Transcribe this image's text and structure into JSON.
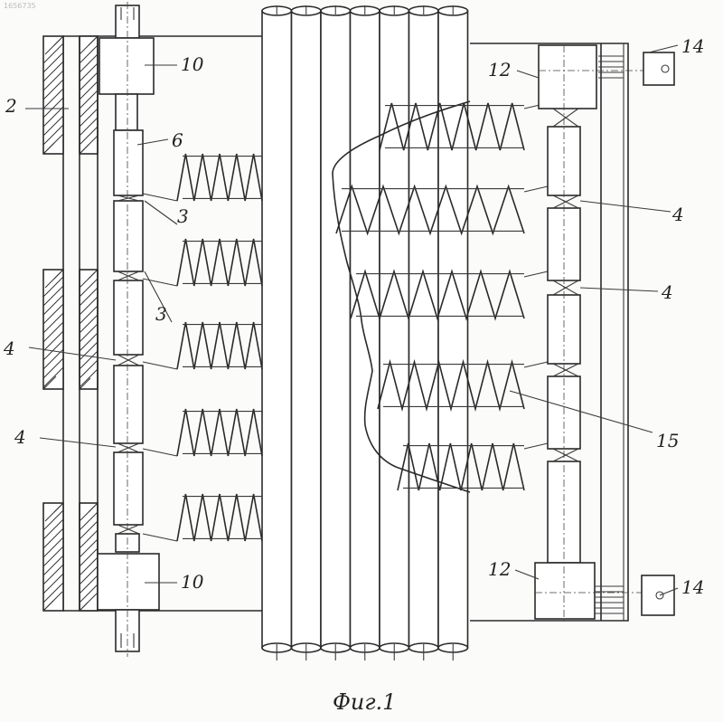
{
  "doc_id": "1656735",
  "caption": "Фиг.1",
  "labels": [
    {
      "id": "label-2",
      "text": "2"
    },
    {
      "id": "label-10-top",
      "text": "10"
    },
    {
      "id": "label-6",
      "text": "6"
    },
    {
      "id": "label-3-a",
      "text": "3"
    },
    {
      "id": "label-3-b",
      "text": "3"
    },
    {
      "id": "label-4-left-a",
      "text": "4"
    },
    {
      "id": "label-4-left-b",
      "text": "4"
    },
    {
      "id": "label-10-bottom",
      "text": "10"
    },
    {
      "id": "label-12-top",
      "text": "12"
    },
    {
      "id": "label-14-top",
      "text": "14"
    },
    {
      "id": "label-4-right-a",
      "text": "4"
    },
    {
      "id": "label-4-right-b",
      "text": "4"
    },
    {
      "id": "label-15",
      "text": "15"
    },
    {
      "id": "label-12-bottom",
      "text": "12"
    },
    {
      "id": "label-14-bottom",
      "text": "14"
    }
  ]
}
